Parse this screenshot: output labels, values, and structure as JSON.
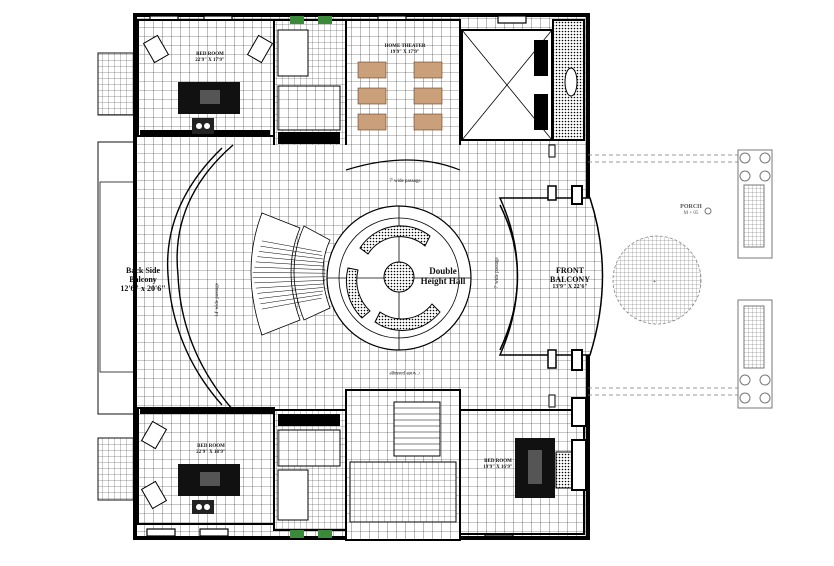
{
  "rooms": {
    "bed_room_top": {
      "name": "BED ROOM",
      "size": "22'9\" X 17'9\""
    },
    "home_theater": {
      "name": "HOME THEATER",
      "size": "19'9\" X 17'9\""
    },
    "bed_room_bottom_left": {
      "name": "BED ROOM",
      "size": "22'9\" X 18'9\""
    },
    "bed_room_bottom_right": {
      "name": "BED ROOM",
      "size": "19'9\" X 16'9\""
    },
    "back_side_balcony": {
      "name": "Back Side Balcony",
      "size": "12'6\" x 20'6\""
    },
    "double_height_hall": {
      "name": "Double Height Hall"
    },
    "front_balcony": {
      "name": "FRONT BALCONY",
      "size": "13'9\" X 22'6\""
    },
    "porch": {
      "name": "PORCH",
      "size": "M + 05"
    }
  },
  "passages": {
    "top": "7' wide passage",
    "bottom": "7' wide passage",
    "left": "14' wide passage",
    "right": "7' wide passage"
  },
  "colors": {
    "line": "#111111",
    "wall": "#000000",
    "furniture": "#c9a07a",
    "plant": "#3a8a3a",
    "porch_line": "#777777"
  }
}
